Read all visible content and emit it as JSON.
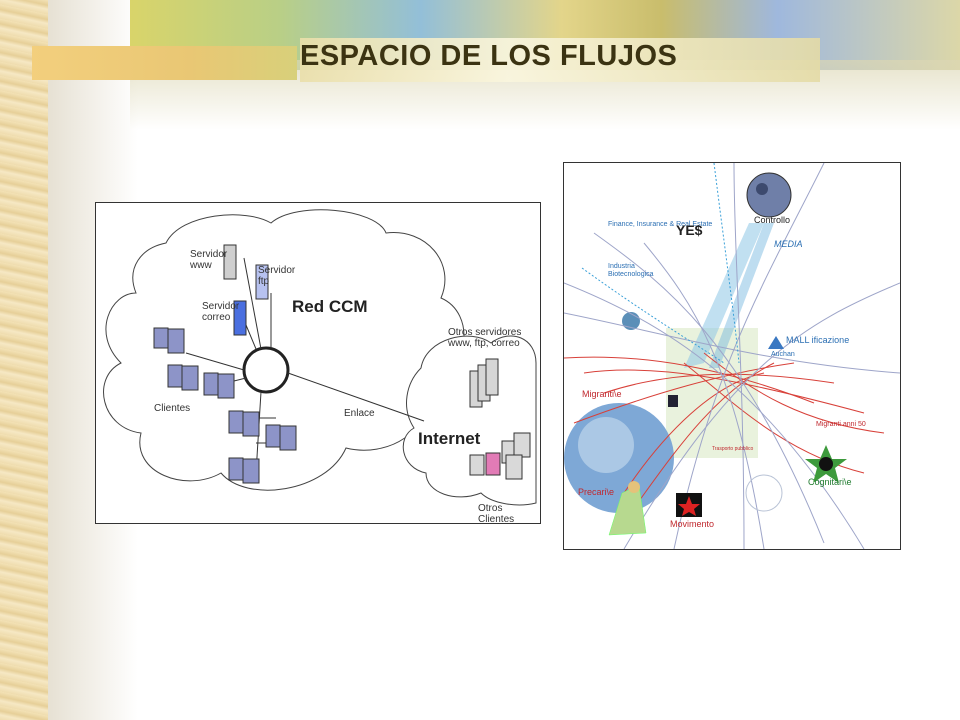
{
  "slide": {
    "title": "ESPACIO DE LOS FLUJOS"
  },
  "network_diagram": {
    "cloud_name": "Red CCM",
    "server_www": "Servidor\nwww",
    "server_ftp": "Servidor\nftp",
    "server_mail": "Servidor\ncorreo",
    "clients": "Clientes",
    "link": "Enlace",
    "internet": "Internet",
    "other_servers": "Otros servidores\nwww, ftp, correo",
    "other_clients": "Otros Clientes"
  },
  "flows_diagram": {
    "finance": "Finance, Insurance & Real Estate",
    "yes": "YE$",
    "controllo": "Controllo",
    "media": "MEDIA",
    "industria": "Industria\nBiotecnologica",
    "mall": "MALL ificazione",
    "auchan": "Auchan",
    "migranti": "Migranti\\e",
    "migranti_50": "Migranti anni 50",
    "trasporto": "Trasporto pubblico",
    "precari": "Precari\\e",
    "cognitari": "Cognitari\\e",
    "movimento": "Movimento",
    "accent_blue": "#2b6fb3",
    "accent_red": "#c0282e"
  }
}
